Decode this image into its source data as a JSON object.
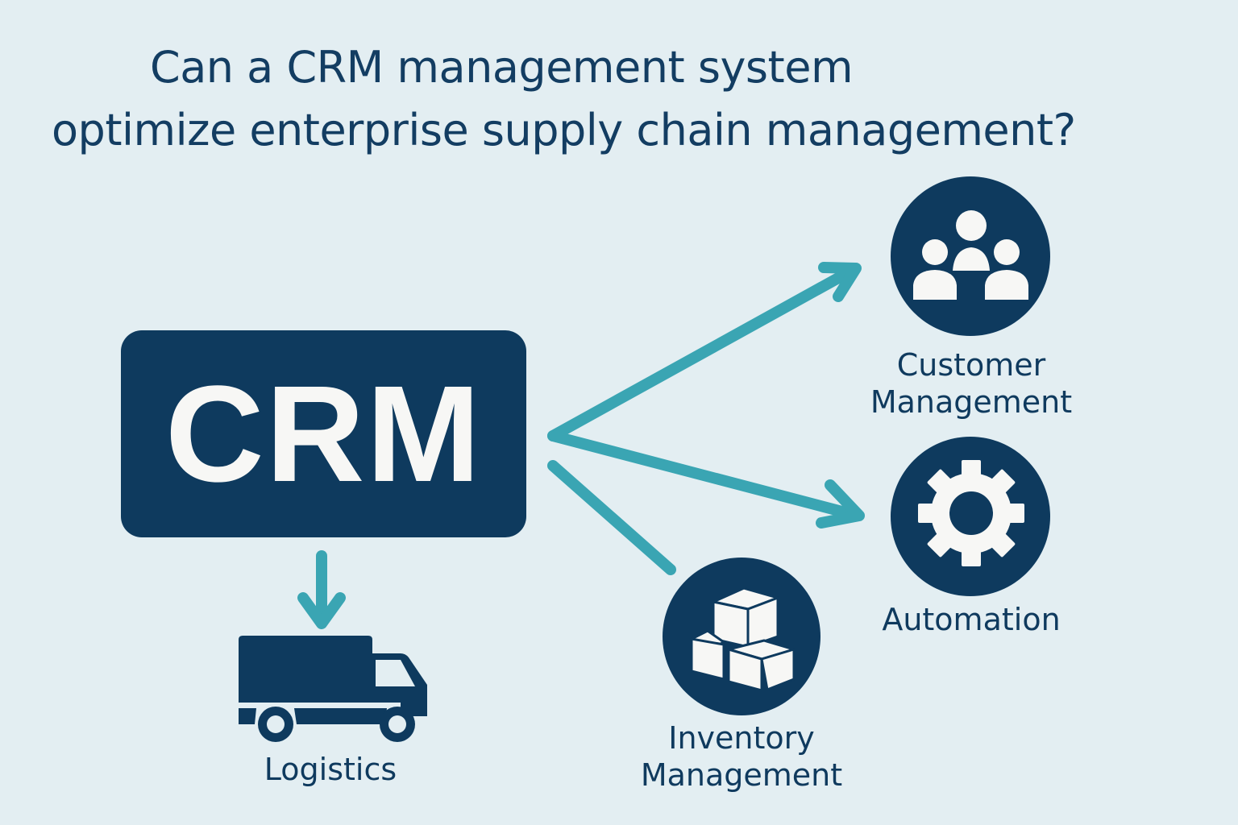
{
  "title": {
    "line1": "Can a CRM management system",
    "line2": "optimize enterprise supply chain management?"
  },
  "center": {
    "label": "CRM"
  },
  "nodes": [
    {
      "id": "customer",
      "label_lines": [
        "Customer",
        "Management"
      ],
      "icon": "users-group-icon"
    },
    {
      "id": "automation",
      "label_lines": [
        "Automation"
      ],
      "icon": "gear-icon"
    },
    {
      "id": "inventory",
      "label_lines": [
        "Inventory",
        "Management"
      ],
      "icon": "boxes-icon"
    },
    {
      "id": "logistics",
      "label_lines": [
        "Logistics"
      ],
      "icon": "truck-icon"
    }
  ],
  "colors": {
    "background": "#e3eef2",
    "primary": "#0e3a5e",
    "accent": "#3aa5b3",
    "icon_fill": "#f7f7f5"
  }
}
